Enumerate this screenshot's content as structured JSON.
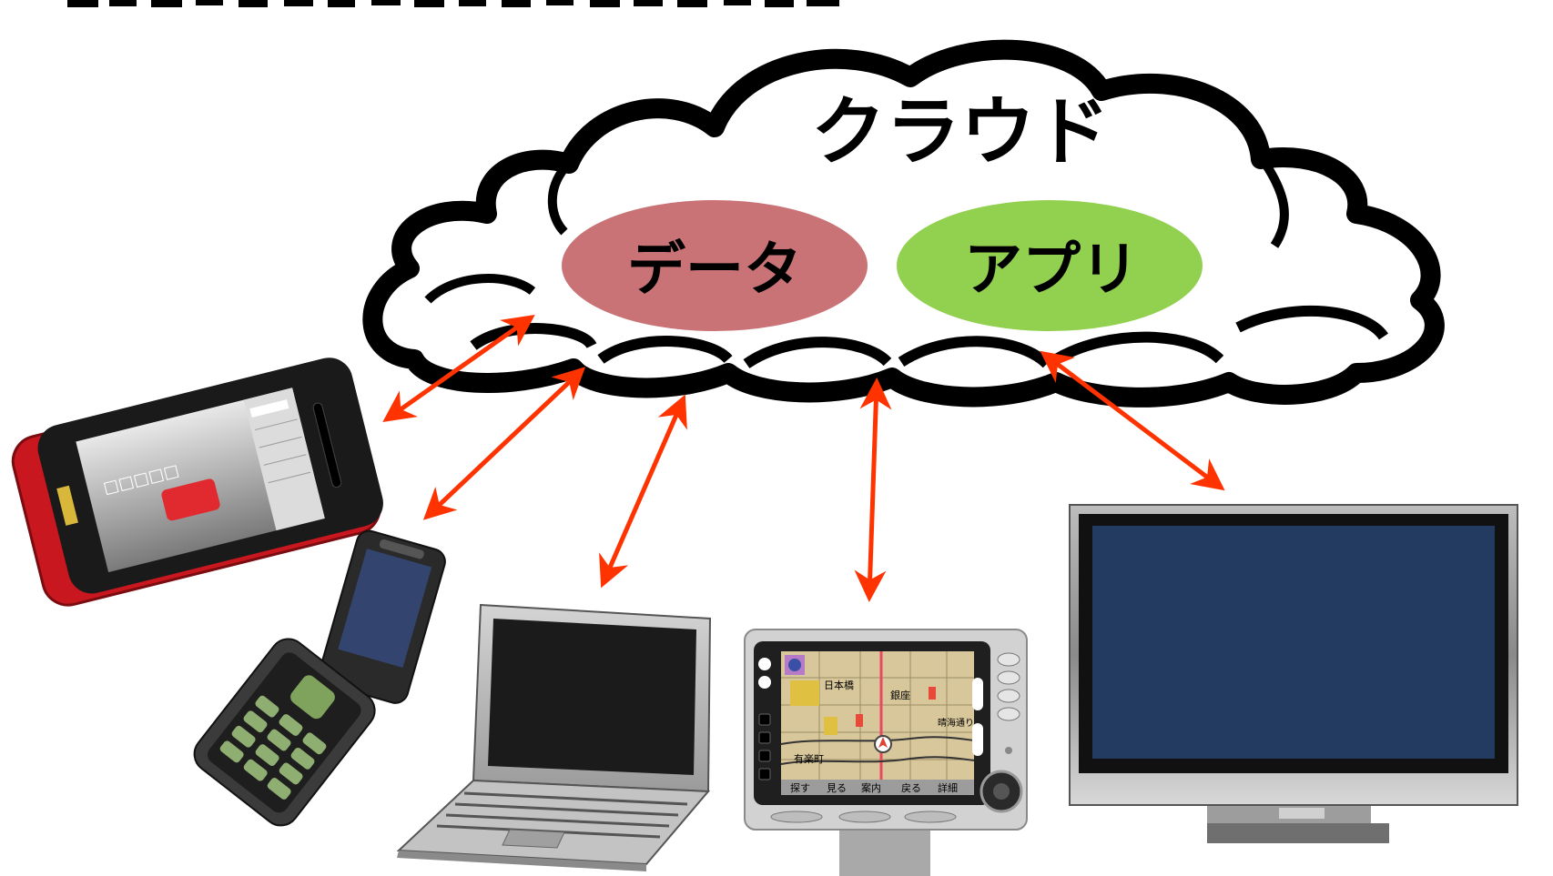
{
  "cloud": {
    "label": "クラウド",
    "data_label": "データ",
    "app_label": "アプリ"
  },
  "colors": {
    "data_oval": "#c97377",
    "app_oval": "#92d050",
    "arrow": "#ff3300",
    "tv_screen": "#233a61"
  },
  "phone_smart": {
    "screen_text": "□□□□□"
  },
  "navigation": {
    "labels": [
      "日本橋",
      "銀座",
      "晴海通り",
      "有楽町"
    ],
    "buttons": [
      "探す",
      "見る",
      "案内",
      "戻る",
      "詳細"
    ]
  },
  "icons": [
    "cloud-icon",
    "smartphone-icon",
    "flip-phone-icon",
    "laptop-icon",
    "car-navigation-icon",
    "television-icon"
  ]
}
